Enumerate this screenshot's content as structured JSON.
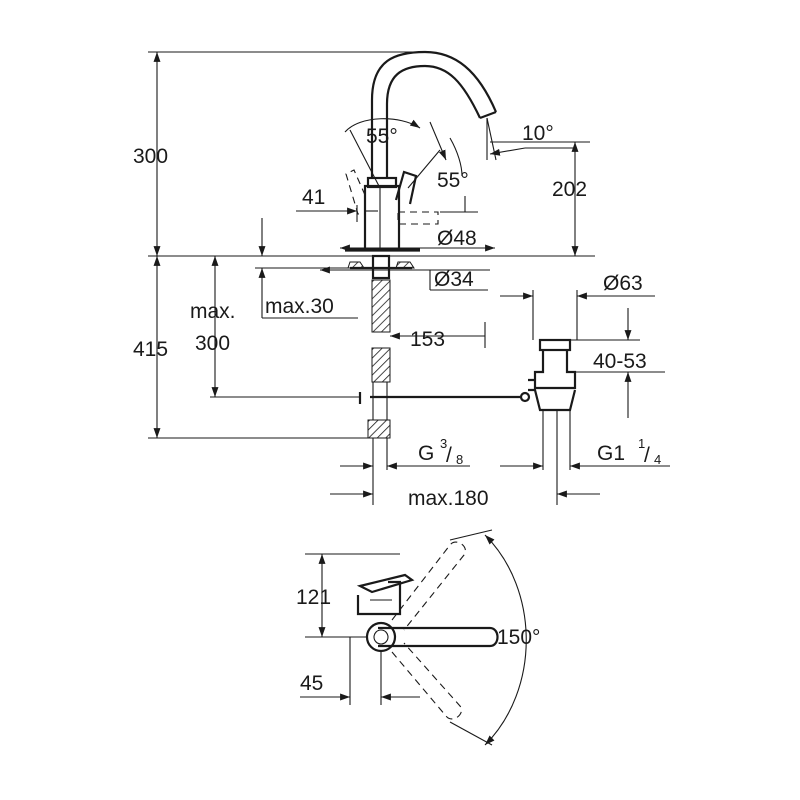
{
  "dimensions": {
    "total_height_above": "300",
    "spout_height": "202",
    "below_deck": "415",
    "max_label": "max.",
    "max_300": "300",
    "max_30": "max.30",
    "lever_offset": "41",
    "lever_angle_left": "55°",
    "lever_angle_right": "55°",
    "spout_angle": "10°",
    "body_diameter": "Ø48",
    "hole_diameter": "Ø34",
    "waste_diameter": "Ø63",
    "pop_up_range": "40-53",
    "rod_length": "153",
    "inlet_thread": "G",
    "inlet_thread_num": "3",
    "inlet_thread_den": "8",
    "waste_thread": "G1",
    "waste_thread_num": "1",
    "waste_thread_den": "4",
    "max_180": "max.180",
    "top_view_depth": "121",
    "top_view_offset": "45",
    "swivel_angle": "150°"
  }
}
